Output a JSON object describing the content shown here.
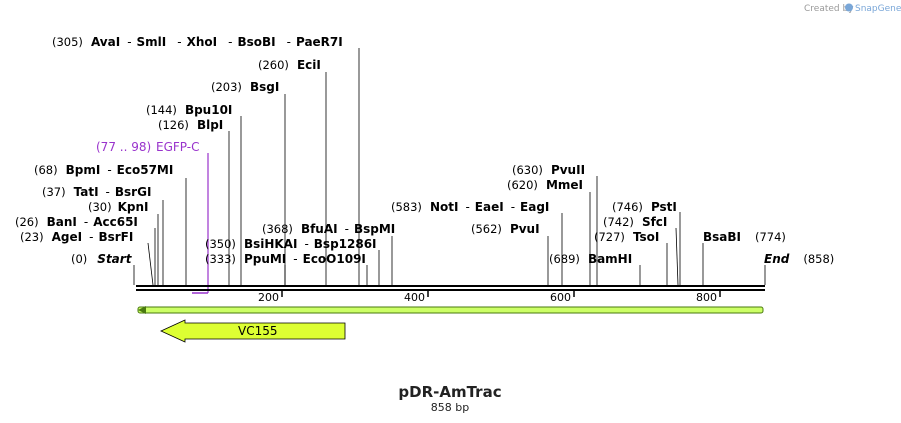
{
  "watermark": {
    "created_by": "Created by",
    "brand": "SnapGene"
  },
  "title": "pDR-AmTrac",
  "subtitle": "858 bp",
  "ends": {
    "start_pos": "(0)",
    "start_label": "Start",
    "end_label": "End",
    "end_pos": "(858)"
  },
  "ruler": {
    "ticks": [
      "200",
      "400",
      "600",
      "800"
    ]
  },
  "labels": [
    {
      "pos": "(305)",
      "enzymes": [
        "AvaI",
        "SmlI",
        "XhoI",
        "BsoBI",
        "PaeR7I"
      ]
    },
    {
      "pos": "(260)",
      "enzymes": [
        "EciI"
      ]
    },
    {
      "pos": "(203)",
      "enzymes": [
        "BsgI"
      ]
    },
    {
      "pos": "(144)",
      "enzymes": [
        "Bpu10I"
      ]
    },
    {
      "pos": "(126)",
      "enzymes": [
        "BlpI"
      ]
    },
    {
      "pos": "(68)",
      "enzymes": [
        "BpmI",
        "Eco57MI"
      ]
    },
    {
      "pos": "(37)",
      "enzymes": [
        "TatI",
        "BsrGI"
      ]
    },
    {
      "pos": "(30)",
      "enzymes": [
        "KpnI"
      ]
    },
    {
      "pos": "(26)",
      "enzymes": [
        "BanI",
        "Acc65I"
      ]
    },
    {
      "pos": "(23)",
      "enzymes": [
        "AgeI",
        "BsrFI"
      ]
    },
    {
      "pos": "(368)",
      "enzymes": [
        "BfuAI",
        "BspMI"
      ]
    },
    {
      "pos": "(350)",
      "enzymes": [
        "BsiHKAI",
        "Bsp1286I"
      ]
    },
    {
      "pos": "(333)",
      "enzymes": [
        "PpuMI",
        "EcoO109I"
      ]
    },
    {
      "pos": "(583)",
      "enzymes": [
        "NotI",
        "EaeI",
        "EagI"
      ]
    },
    {
      "pos": "(562)",
      "enzymes": [
        "PvuI"
      ]
    },
    {
      "pos": "(630)",
      "enzymes": [
        "PvuII"
      ]
    },
    {
      "pos": "(620)",
      "enzymes": [
        "MmeI"
      ]
    },
    {
      "pos": "(689)",
      "enzymes": [
        "BamHI"
      ]
    },
    {
      "pos": "(746)",
      "enzymes": [
        "PstI"
      ]
    },
    {
      "pos": "(742)",
      "enzymes": [
        "SfcI"
      ]
    },
    {
      "pos": "(727)",
      "enzymes": [
        "TsoI"
      ]
    },
    {
      "pos": "(774)",
      "enzymes": [
        "BsaBI"
      ]
    }
  ],
  "feature_egfp": {
    "pos": "(77 .. 98)",
    "name": "EGFP-C"
  },
  "feature_vc155": {
    "name": "VC155"
  },
  "colors": {
    "feature_purple": "#9933cc",
    "vc155_fill": "#ddff33",
    "green_bar": "#ccff66",
    "backbone": "#000000"
  }
}
